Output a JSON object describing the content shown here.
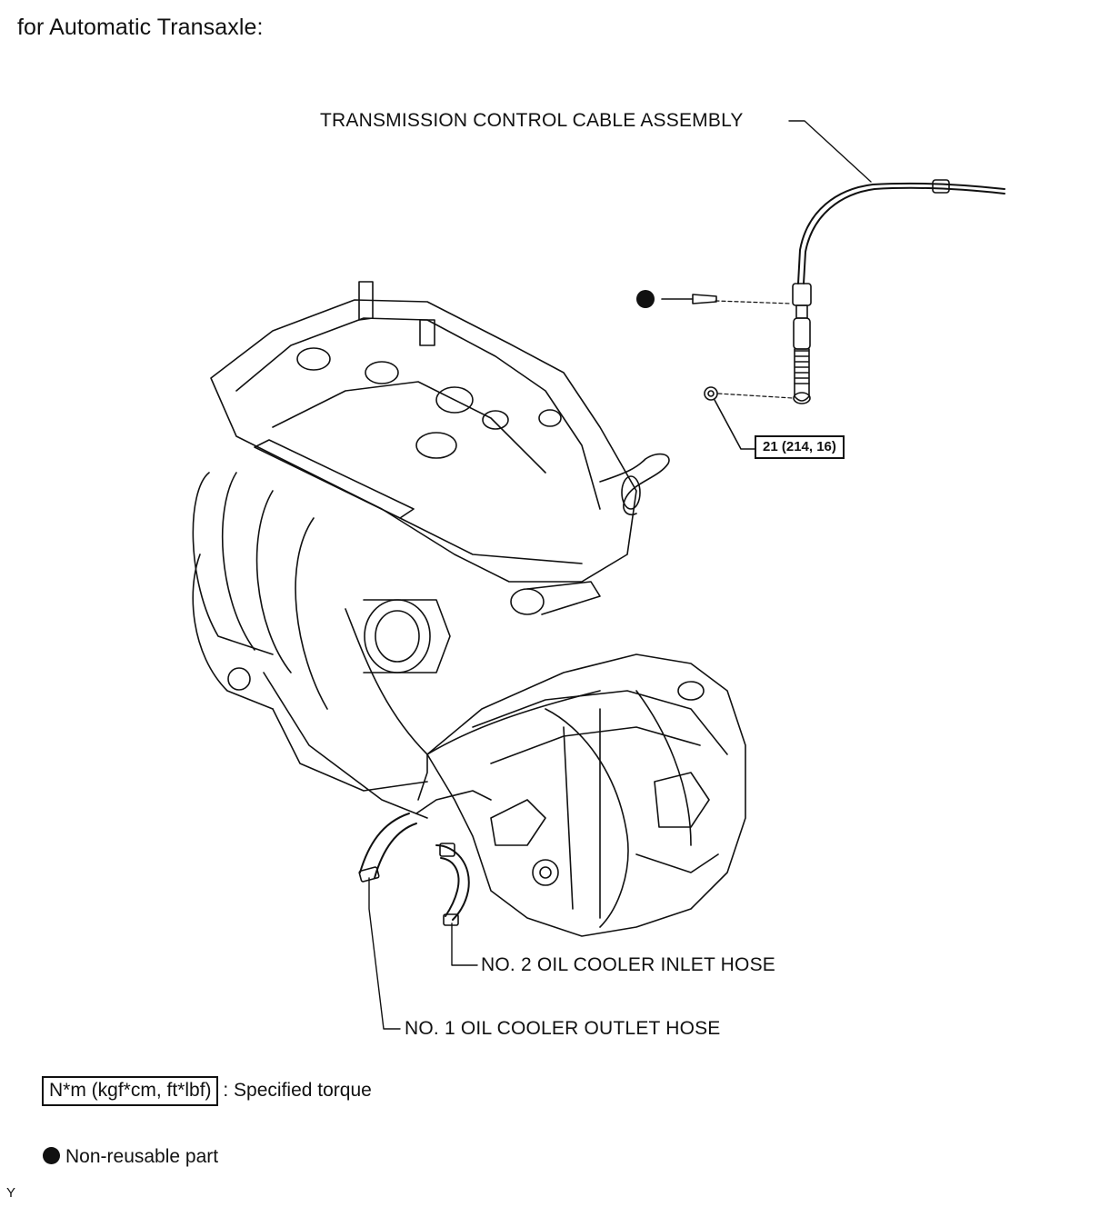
{
  "heading": "for Automatic Transaxle:",
  "callouts": {
    "cable": "TRANSMISSION CONTROL CABLE ASSEMBLY",
    "inlet_hose": "NO. 2 OIL COOLER INLET HOSE",
    "outlet_hose": "NO. 1 OIL COOLER OUTLET HOSE"
  },
  "torque_spec": "21 (214, 16)",
  "legend": {
    "torque_box": "N*m (kgf*cm, ft*lbf)",
    "torque_desc": ": Specified torque",
    "nonreusable": "Non-reusable part"
  },
  "figure_code": "Y",
  "colors": {
    "line": "#111111",
    "background": "#ffffff"
  }
}
